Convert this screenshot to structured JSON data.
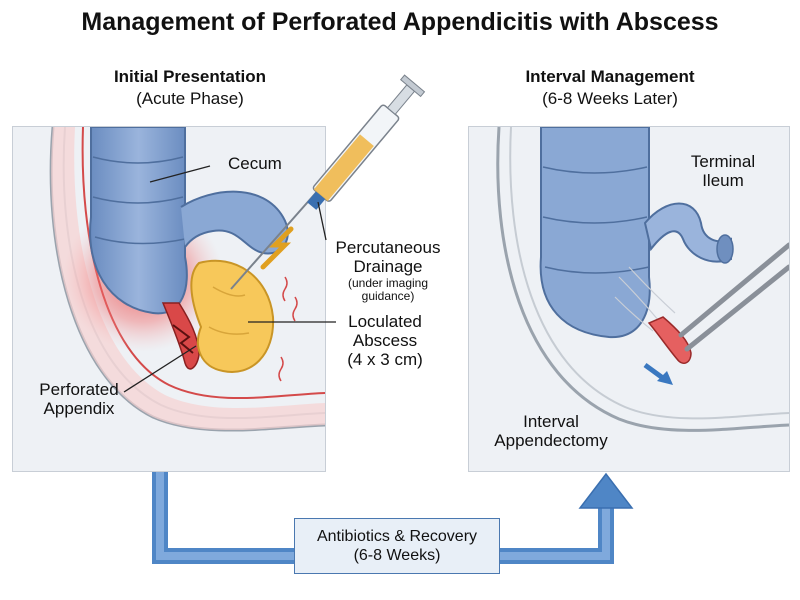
{
  "title": "Management of Perforated Appendicitis with Abscess",
  "left_panel": {
    "heading": "Initial Presentation",
    "subheading": "(Acute Phase)",
    "labels": {
      "cecum": "Cecum",
      "drainage_line1": "Percutaneous",
      "drainage_line2": "Drainage",
      "drainage_note1": "(under imaging",
      "drainage_note2": "guidance)",
      "abscess_line1": "Loculated",
      "abscess_line2": "Abscess",
      "abscess_line3": "(4 x 3 cm)",
      "appendix_line1": "Perforated",
      "appendix_line2": "Appendix"
    }
  },
  "right_panel": {
    "heading": "Interval Management",
    "subheading": "(6-8 Weeks Later)",
    "labels": {
      "ileum_line1": "Terminal",
      "ileum_line2": "Ileum",
      "appendectomy_line1": "Interval",
      "appendectomy_line2": "Appendectomy"
    }
  },
  "flow": {
    "line1": "Antibiotics & Recovery",
    "line2": "(6-8 Weeks)"
  },
  "colors": {
    "colon_blue": "#7f9fcc",
    "colon_outline": "#4f6f9e",
    "inflammation_red": "#e63c3c",
    "abscess_yellow": "#f7c85a",
    "flow_arrow": "#4f86c6",
    "panel_bg": "#eef1f5"
  }
}
